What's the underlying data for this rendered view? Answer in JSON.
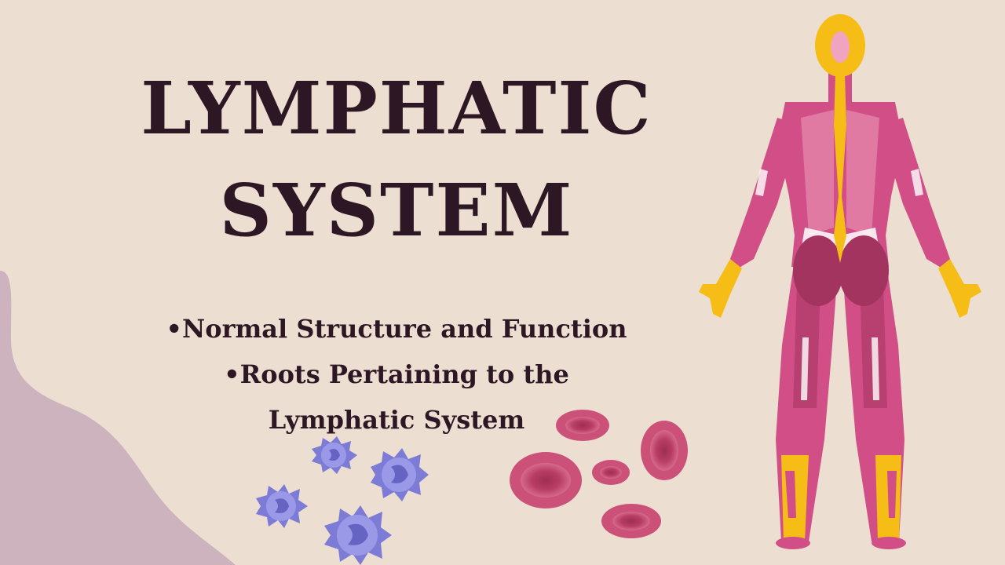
{
  "title": {
    "line1": "LYMPHATIC",
    "line2": "SYSTEM"
  },
  "bullets": [
    "•Normal Structure and Function",
    "•Roots Pertaining to the",
    "Lymphatic System"
  ],
  "colors": {
    "background": "#ecdfd1",
    "text": "#2e1724",
    "blob": "#ccb3bd",
    "muscle": "#d14f86",
    "muscle_dark": "#a2345f",
    "bone": "#f6bd16",
    "red_cell": "#c84f74",
    "lymphocyte": "#8f8ee0"
  },
  "icons": [
    "body-muscle-illustration",
    "red-blood-cell-icon",
    "lymphocyte-icon",
    "decorative-blob"
  ]
}
